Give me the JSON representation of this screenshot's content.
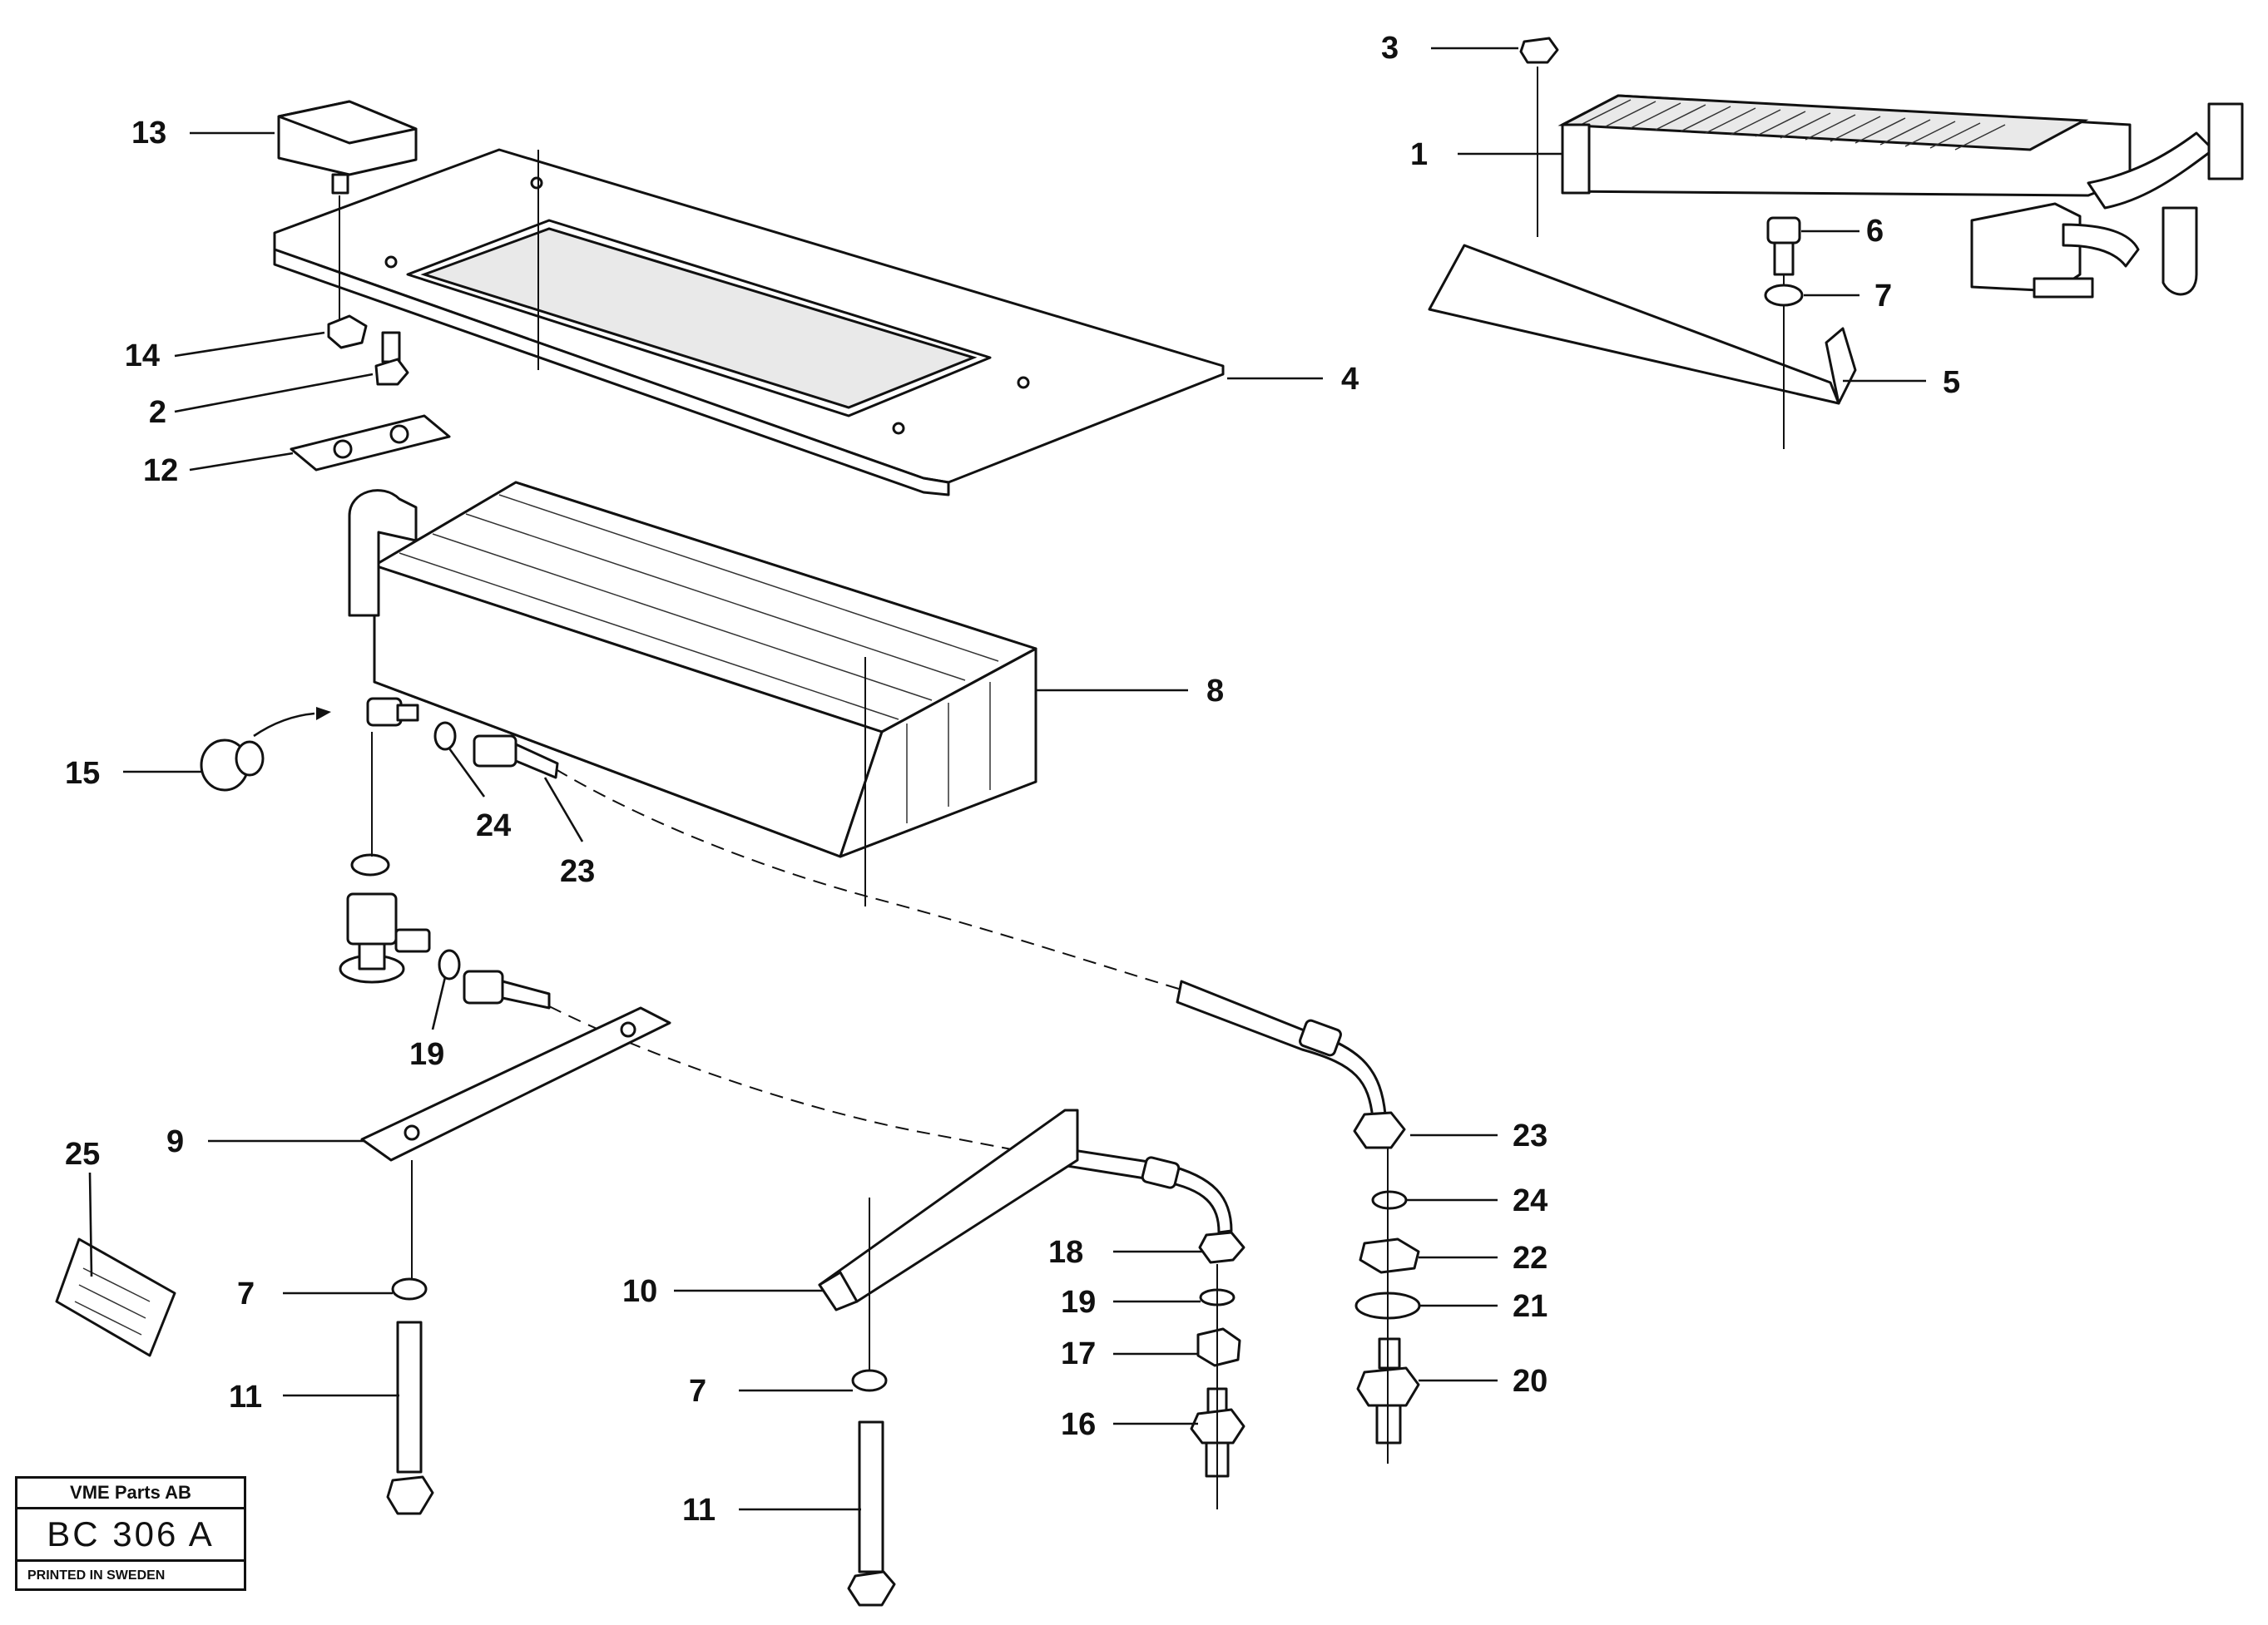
{
  "callouts": {
    "c1": "1",
    "c2": "2",
    "c3": "3",
    "c4": "4",
    "c5": "5",
    "c6": "6",
    "c7a": "7",
    "c7b": "7",
    "c7c": "7",
    "c8": "8",
    "c9": "9",
    "c10": "10",
    "c11a": "11",
    "c11b": "11",
    "c12": "12",
    "c13": "13",
    "c14": "14",
    "c15": "15",
    "c16": "16",
    "c17": "17",
    "c18": "18",
    "c19a": "19",
    "c19b": "19",
    "c20": "20",
    "c21": "21",
    "c22": "22",
    "c23a": "23",
    "c23b": "23",
    "c24a": "24",
    "c24b": "24",
    "c25": "25"
  },
  "title_block": {
    "company": "VME Parts AB",
    "code": "BC 306 A",
    "printed": "PRINTED IN SWEDEN"
  }
}
